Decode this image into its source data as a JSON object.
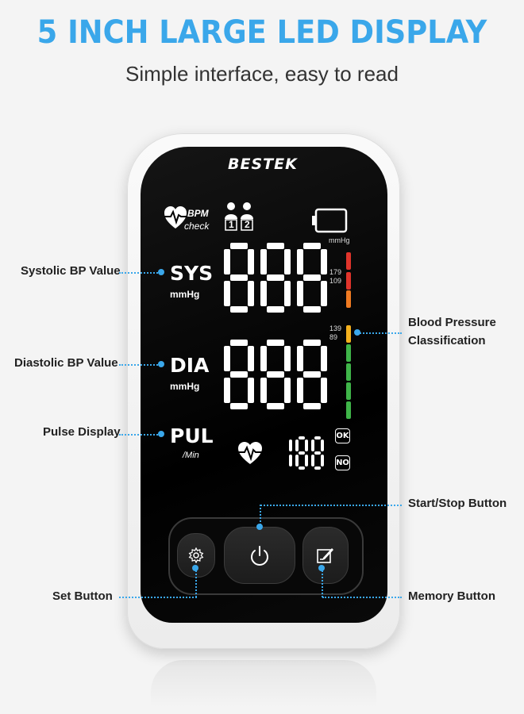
{
  "header": {
    "title": "5 INCH LARGE LED DISPLAY",
    "subtitle": "Simple interface, easy to read"
  },
  "device": {
    "brand": "BESTEK",
    "bpm_check_top": "BPM",
    "bpm_check_bottom": "check",
    "user_1": "1",
    "user_2": "2",
    "sys_label": "SYS",
    "sys_unit": "mmHg",
    "dia_label": "DIA",
    "dia_unit": "mmHg",
    "pul_label": "PUL",
    "pul_unit": "/Min",
    "top_unit": "mmHg",
    "threshold_high_1": "179",
    "threshold_high_2": "109",
    "threshold_mid_1": "139",
    "threshold_mid_2": "89",
    "sys_digits": "888",
    "dia_digits": "888",
    "pulse_digits": "188",
    "ok_label": "OK",
    "no_label": "NO",
    "classification_colors": [
      "#e0342b",
      "#e0342b",
      "#ef7a21",
      "#f3b01d",
      "#3fb549",
      "#3fb549",
      "#3fb549",
      "#3fb549"
    ]
  },
  "callouts": {
    "systolic": "Systolic BP Value",
    "diastolic": "Diastolic BP Value",
    "pulse": "Pulse Display",
    "classification_line1": "Blood Pressure",
    "classification_line2": "Classification",
    "start_stop": "Start/Stop Button",
    "set": "Set Button",
    "memory": "Memory Button"
  },
  "icons": {
    "heart_pulse": "heart-pulse-icon",
    "users": "users-icon",
    "battery": "battery-icon",
    "settings": "gear-icon",
    "power": "power-icon",
    "memory": "memory-icon"
  },
  "colors": {
    "accent": "#3aa7ea"
  }
}
